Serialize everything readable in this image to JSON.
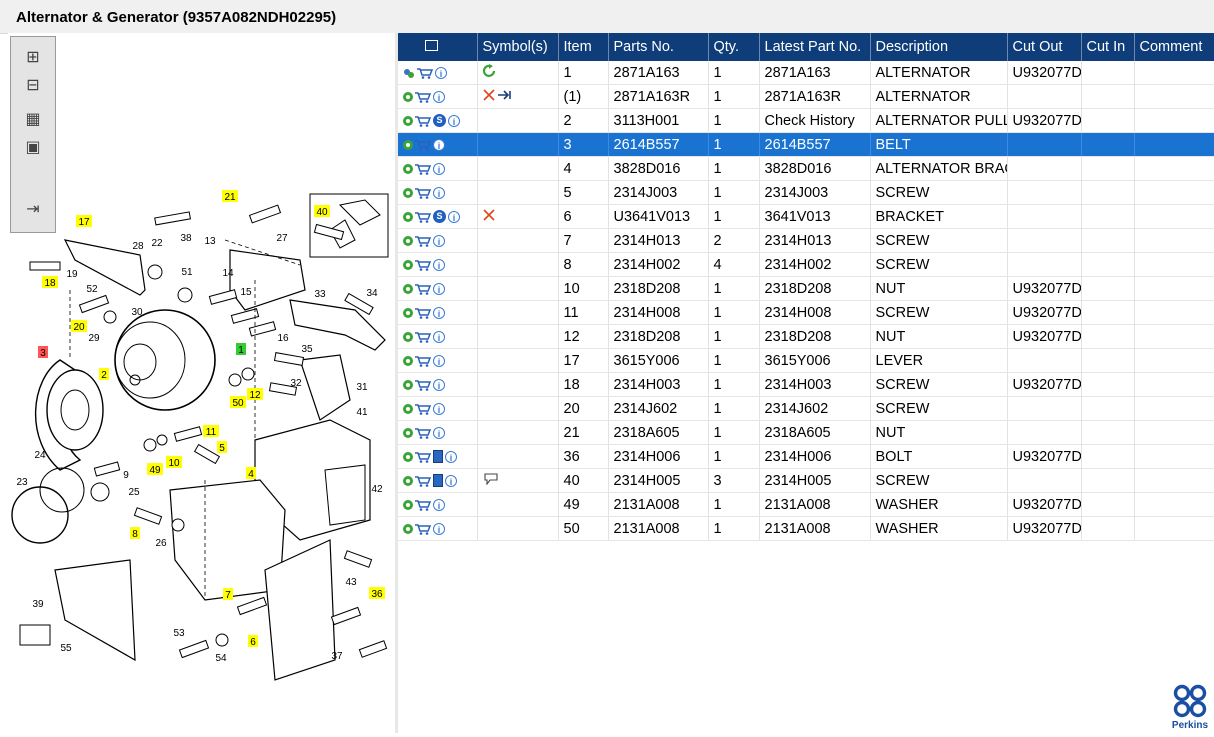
{
  "title": "Alternator & Generator (9357A082NDH02295)",
  "table": {
    "columns": [
      "Symbol(s)",
      "Item",
      "Parts No.",
      "Qty.",
      "Latest Part No.",
      "Description",
      "Cut Out",
      "Cut In",
      "Comment"
    ],
    "rows": [
      {
        "icons": [
          "gears",
          "cart",
          "info"
        ],
        "sym": [
          "rotate-arrow"
        ],
        "item": "1",
        "part": "2871A163",
        "qty": "1",
        "latest": "2871A163",
        "desc": "ALTERNATOR",
        "cutout": "U932077D",
        "cutin": "",
        "comment": ""
      },
      {
        "icons": [
          "gear",
          "cart",
          "info"
        ],
        "sym": [
          "x",
          "replace-arrow"
        ],
        "item": "(1)",
        "part": "2871A163R",
        "qty": "1",
        "latest": "2871A163R",
        "desc": "ALTERNATOR",
        "cutout": "",
        "cutin": "",
        "comment": ""
      },
      {
        "icons": [
          "gear",
          "cart",
          "s",
          "info"
        ],
        "sym": [],
        "item": "2",
        "part": "3113H001",
        "qty": "1",
        "latest": "Check History",
        "desc": "ALTERNATOR PULLEY",
        "cutout": "U932077D",
        "cutin": "",
        "comment": ""
      },
      {
        "icons": [
          "gear",
          "cart",
          "info"
        ],
        "sym": [],
        "item": "3",
        "part": "2614B557",
        "qty": "1",
        "latest": "2614B557",
        "desc": "BELT",
        "cutout": "",
        "cutin": "",
        "comment": "",
        "selected": true
      },
      {
        "icons": [
          "gear",
          "cart",
          "info"
        ],
        "sym": [],
        "item": "4",
        "part": "3828D016",
        "qty": "1",
        "latest": "3828D016",
        "desc": "ALTERNATOR BRACKET",
        "cutout": "",
        "cutin": "",
        "comment": ""
      },
      {
        "icons": [
          "gear",
          "cart",
          "info"
        ],
        "sym": [],
        "item": "5",
        "part": "2314J003",
        "qty": "1",
        "latest": "2314J003",
        "desc": "SCREW",
        "cutout": "",
        "cutin": "",
        "comment": ""
      },
      {
        "icons": [
          "gear",
          "cart",
          "s",
          "info"
        ],
        "sym": [
          "x"
        ],
        "item": "6",
        "part": "U3641V013",
        "qty": "1",
        "latest": "3641V013",
        "desc": "BRACKET",
        "cutout": "",
        "cutin": "",
        "comment": ""
      },
      {
        "icons": [
          "gear",
          "cart",
          "info"
        ],
        "sym": [],
        "item": "7",
        "part": "2314H013",
        "qty": "2",
        "latest": "2314H013",
        "desc": "SCREW",
        "cutout": "",
        "cutin": "",
        "comment": ""
      },
      {
        "icons": [
          "gear",
          "cart",
          "info"
        ],
        "sym": [],
        "item": "8",
        "part": "2314H002",
        "qty": "4",
        "latest": "2314H002",
        "desc": "SCREW",
        "cutout": "",
        "cutin": "",
        "comment": ""
      },
      {
        "icons": [
          "gear",
          "cart",
          "info"
        ],
        "sym": [],
        "item": "10",
        "part": "2318D208",
        "qty": "1",
        "latest": "2318D208",
        "desc": "NUT",
        "cutout": "U932077D",
        "cutin": "",
        "comment": ""
      },
      {
        "icons": [
          "gear",
          "cart",
          "info"
        ],
        "sym": [],
        "item": "11",
        "part": "2314H008",
        "qty": "1",
        "latest": "2314H008",
        "desc": "SCREW",
        "cutout": "U932077D",
        "cutin": "",
        "comment": ""
      },
      {
        "icons": [
          "gear",
          "cart",
          "info"
        ],
        "sym": [],
        "item": "12",
        "part": "2318D208",
        "qty": "1",
        "latest": "2318D208",
        "desc": "NUT",
        "cutout": "U932077D",
        "cutin": "",
        "comment": ""
      },
      {
        "icons": [
          "gear",
          "cart",
          "info"
        ],
        "sym": [],
        "item": "17",
        "part": "3615Y006",
        "qty": "1",
        "latest": "3615Y006",
        "desc": "LEVER",
        "cutout": "",
        "cutin": "",
        "comment": ""
      },
      {
        "icons": [
          "gear",
          "cart",
          "info"
        ],
        "sym": [],
        "item": "18",
        "part": "2314H003",
        "qty": "1",
        "latest": "2314H003",
        "desc": "SCREW",
        "cutout": "U932077D",
        "cutin": "",
        "comment": ""
      },
      {
        "icons": [
          "gear",
          "cart",
          "info"
        ],
        "sym": [],
        "item": "20",
        "part": "2314J602",
        "qty": "1",
        "latest": "2314J602",
        "desc": "SCREW",
        "cutout": "",
        "cutin": "",
        "comment": ""
      },
      {
        "icons": [
          "gear",
          "cart",
          "info"
        ],
        "sym": [],
        "item": "21",
        "part": "2318A605",
        "qty": "1",
        "latest": "2318A605",
        "desc": "NUT",
        "cutout": "",
        "cutin": "",
        "comment": ""
      },
      {
        "icons": [
          "gear",
          "cart",
          "book",
          "info"
        ],
        "sym": [],
        "item": "36",
        "part": "2314H006",
        "qty": "1",
        "latest": "2314H006",
        "desc": "BOLT",
        "cutout": "U932077D",
        "cutin": "",
        "comment": ""
      },
      {
        "icons": [
          "gear",
          "cart",
          "book",
          "info"
        ],
        "sym": [
          "note"
        ],
        "item": "40",
        "part": "2314H005",
        "qty": "3",
        "latest": "2314H005",
        "desc": "SCREW",
        "cutout": "",
        "cutin": "",
        "comment": ""
      },
      {
        "icons": [
          "gear",
          "cart",
          "info"
        ],
        "sym": [],
        "item": "49",
        "part": "2131A008",
        "qty": "1",
        "latest": "2131A008",
        "desc": "WASHER",
        "cutout": "U932077D",
        "cutin": "",
        "comment": ""
      },
      {
        "icons": [
          "gear",
          "cart",
          "info"
        ],
        "sym": [],
        "item": "50",
        "part": "2131A008",
        "qty": "1",
        "latest": "2131A008",
        "desc": "WASHER",
        "cutout": "U932077D",
        "cutin": "",
        "comment": ""
      }
    ]
  },
  "callouts": {
    "yellow": [
      "21",
      "17",
      "40",
      "18",
      "20",
      "2",
      "50",
      "12",
      "11",
      "5",
      "49",
      "10",
      "4",
      "8",
      "7",
      "36",
      "6"
    ],
    "red": [
      "3"
    ],
    "green": [
      "1"
    ],
    "plain": [
      "38",
      "27",
      "13",
      "22",
      "28",
      "19",
      "51",
      "14",
      "15",
      "33",
      "34",
      "52",
      "30",
      "29",
      "16",
      "35",
      "32",
      "31",
      "41",
      "9",
      "24",
      "23",
      "25",
      "26",
      "42",
      "43",
      "39",
      "55",
      "53",
      "54",
      "37"
    ]
  },
  "brand": "Perkins",
  "colors": {
    "header": "#0f3d7a",
    "selected": "#1a73d0",
    "yellow": "#ffff00",
    "red": "#ff5555",
    "green": "#33cc33"
  }
}
